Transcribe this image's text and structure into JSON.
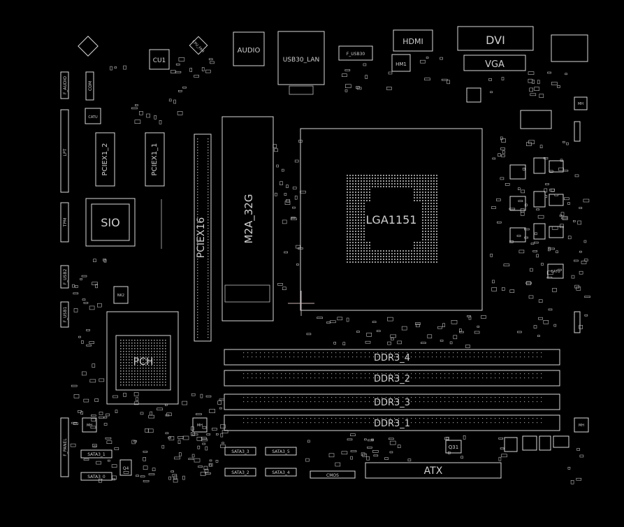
{
  "board": {
    "labels": {
      "audio": "AUDIO",
      "usb_lan": "USB30_LAN",
      "f_usb30": "F_USB30",
      "hdmi": "HDMI",
      "dvi": "DVI",
      "vga": "VGA",
      "cpu_fan": "CPU_FAN",
      "cu1": "CU1",
      "hm1": "HM1",
      "sio": "SIO",
      "pciex16": "PCIEX16",
      "pciex1_2": "PCIEX1_2",
      "pciex1_1": "PCIEX1_1",
      "m2a": "M2A_32G",
      "socket": "LGA1151",
      "pch": "PCH",
      "ddr4": "DDR3_4",
      "ddr2": "DDR3_2",
      "ddr3": "DDR3_3",
      "ddr1": "DDR3_1",
      "atx": "ATX",
      "sata1": "SATA3_1",
      "sata0": "SATA3_0",
      "sata3": "SATA3_3",
      "sata4": "SATA3_4",
      "sata2": "SATA3_2",
      "sata5": "SATA3_5",
      "f_panel": "F_PANEL",
      "q31": "Q31",
      "q4": "Q4",
      "nk2": "NK2",
      "mh": "MH",
      "f_audio": "F_AUDIO",
      "com": "COM",
      "lpt": "LPT",
      "tpm": "TPM",
      "f_usb1": "F_USB1",
      "f_usb2": "F_USB2",
      "cmos": "CMOS",
      "catu": "CATU"
    }
  }
}
